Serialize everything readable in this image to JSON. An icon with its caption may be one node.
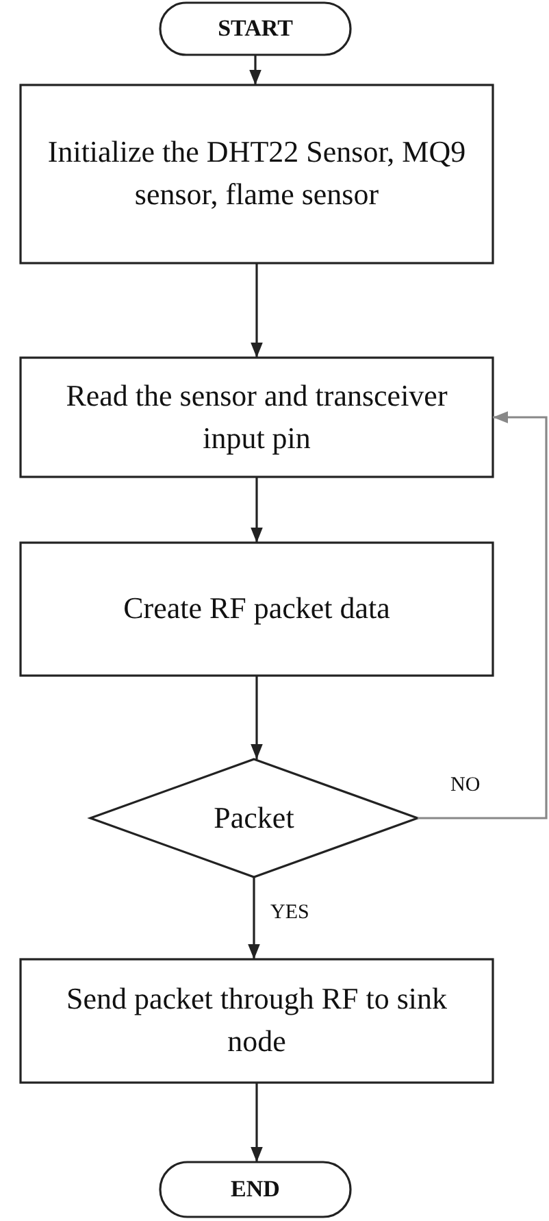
{
  "diagram": {
    "nodes": [
      {
        "text": [
          "START"
        ]
      },
      {
        "text": [
          "Initialize the DHT22 Sensor, MQ9 sensor, flame sensor"
        ]
      },
      {
        "text": [
          "Read the sensor and transceiver input pin"
        ]
      },
      {
        "text": [
          "Create RF packet data"
        ]
      },
      {
        "text": [
          "Packet"
        ]
      },
      {
        "text": [
          "Send packet through RF to sink node"
        ]
      },
      {
        "text": [
          "END"
        ]
      }
    ],
    "edges": [
      {
        "from": 0,
        "to": 1,
        "arrow": "to"
      },
      {
        "from": 1,
        "to": 2,
        "arrow": "to"
      },
      {
        "from": 2,
        "to": 3,
        "arrow": "to"
      },
      {
        "from": 3,
        "to": 4,
        "arrow": "to"
      },
      {
        "from": 4,
        "to": 5,
        "label": "YES",
        "arrow": "to"
      },
      {
        "from": 5,
        "to": 6,
        "arrow": "to"
      },
      {
        "from": 4,
        "to": 2,
        "label": "NO",
        "arrow": "to",
        "color": "#888888"
      }
    ]
  }
}
